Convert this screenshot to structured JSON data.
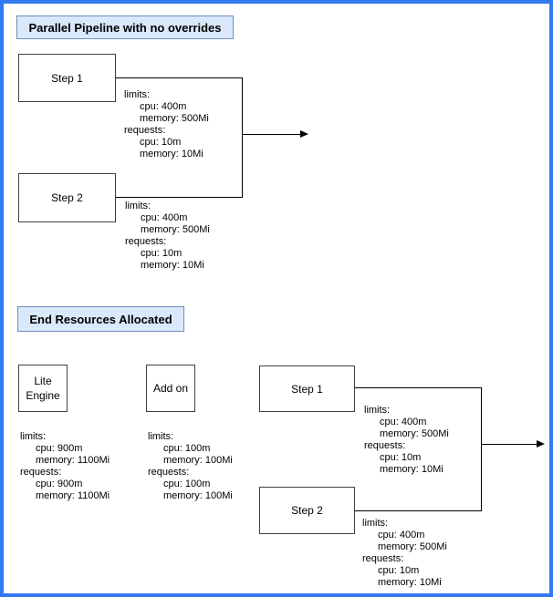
{
  "diagram": {
    "colors": {
      "outer_border": "#3379f1",
      "title_fill": "#dae8fc",
      "title_border": "#6c8ebf",
      "shape_border": "#404040",
      "connector": "#000000"
    },
    "top_section": {
      "title": "Parallel Pipeline with no overrides",
      "step1": {
        "label": "Step 1"
      },
      "step2": {
        "label": "Step 2"
      },
      "step1_resources": {
        "limits_label": "limits:",
        "limit_cpu": "cpu: 400m",
        "limit_memory": "memory: 500Mi",
        "requests_label": "requests:",
        "request_cpu": "cpu: 10m",
        "request_memory": "memory: 10Mi"
      },
      "step2_resources": {
        "limits_label": "limits:",
        "limit_cpu": "cpu: 400m",
        "limit_memory": "memory: 500Mi",
        "requests_label": "requests:",
        "request_cpu": "cpu: 10m",
        "request_memory": "memory: 10Mi"
      }
    },
    "bottom_section": {
      "title": "End Resources Allocated",
      "lite_engine": {
        "label": "Lite Engine"
      },
      "lite_engine_resources": {
        "limits_label": "limits:",
        "limit_cpu": "cpu: 900m",
        "limit_memory": "memory: 1100Mi",
        "requests_label": "requests:",
        "request_cpu": "cpu: 900m",
        "request_memory": "memory: 1100Mi"
      },
      "addon": {
        "label": "Add on"
      },
      "addon_resources": {
        "limits_label": "limits:",
        "limit_cpu": "cpu: 100m",
        "limit_memory": "memory: 100Mi",
        "requests_label": "requests:",
        "request_cpu": "cpu: 100m",
        "request_memory": "memory: 100Mi"
      },
      "step1": {
        "label": "Step 1"
      },
      "step1_resources": {
        "limits_label": "limits:",
        "limit_cpu": "cpu: 400m",
        "limit_memory": "memory: 500Mi",
        "requests_label": "requests:",
        "request_cpu": "cpu: 10m",
        "request_memory": "memory: 10Mi"
      },
      "step2": {
        "label": "Step 2"
      },
      "step2_resources": {
        "limits_label": "limits:",
        "limit_cpu": "cpu: 400m",
        "limit_memory": "memory: 500Mi",
        "requests_label": "requests:",
        "request_cpu": "cpu: 10m",
        "request_memory": "memory: 10Mi"
      }
    }
  }
}
